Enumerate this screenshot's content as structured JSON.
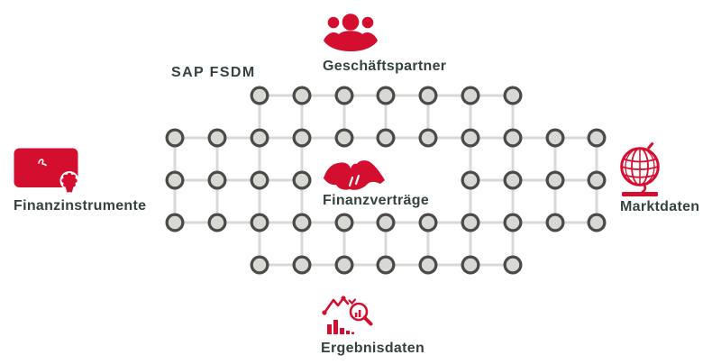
{
  "diagram": {
    "framework_label": "SAP FSDM",
    "entities": [
      {
        "id": "geschaeftspartner",
        "label": "Geschäftspartner",
        "icon": "people-group-icon",
        "position": "top"
      },
      {
        "id": "finanzinstrumente",
        "label": "Finanzinstrumente",
        "icon": "certificate-icon",
        "position": "left"
      },
      {
        "id": "finanzvertraege",
        "label": "Finanzverträge",
        "icon": "handshake-icon",
        "position": "center"
      },
      {
        "id": "marktdaten",
        "label": "Marktdaten",
        "icon": "globe-icon",
        "position": "right"
      },
      {
        "id": "ergebnisdaten",
        "label": "Ergebnisdaten",
        "icon": "chart-magnifier-icon",
        "position": "bottom"
      }
    ],
    "network": {
      "columns_x": [
        194,
        241,
        288,
        335,
        382,
        428,
        475,
        522,
        569,
        616,
        662
      ],
      "rows_y": [
        106,
        153,
        200,
        247,
        294
      ],
      "row_columns": [
        "2-8",
        "0-10",
        "0-3,7-10",
        "0-10",
        "2-8"
      ],
      "node_outer_radius": 10.5,
      "node_inner_radius": 7.2,
      "line_width": 3
    }
  },
  "colors": {
    "accent_red": "#d40e2f",
    "text_dark": "#354340",
    "node_ring": "#4a4a48",
    "node_fill": "#d8d8d5",
    "grid_line": "#d8d8d5",
    "background": "#ffffff"
  }
}
